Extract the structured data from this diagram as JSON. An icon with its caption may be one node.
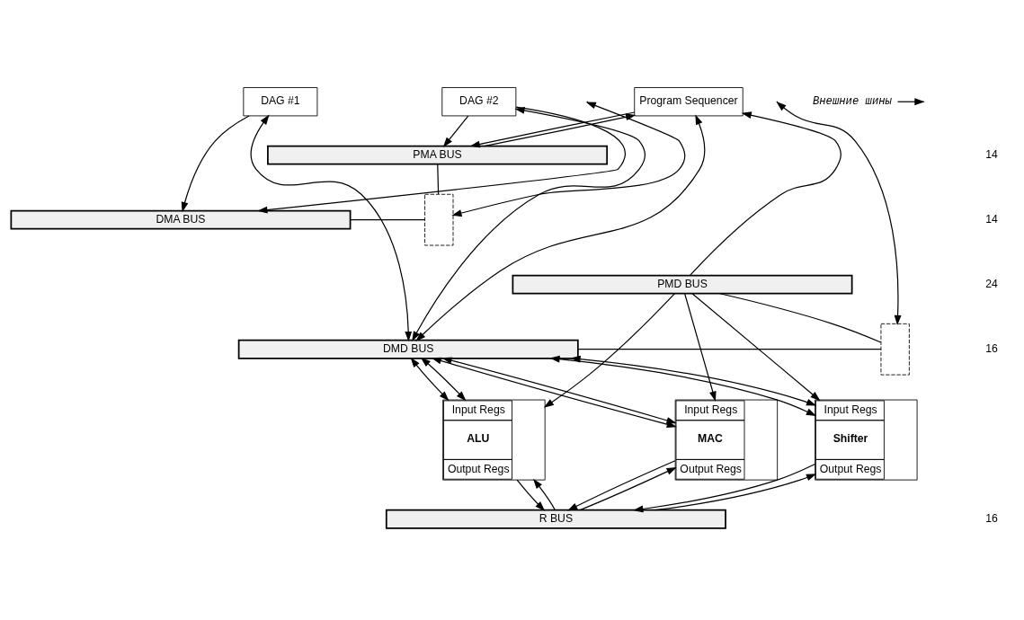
{
  "diagram": {
    "nodes": [
      {
        "text": [
          "DAG #1"
        ]
      },
      {
        "text": [
          "DAG #2"
        ]
      },
      {
        "text": [
          "Program Sequencer"
        ]
      },
      {
        "text": [
          "PMA BUS"
        ]
      },
      {
        "text": [
          "DMA BUS"
        ]
      },
      {
        "text": [
          "PMD BUS"
        ]
      },
      {
        "text": [
          "DMD BUS"
        ]
      },
      {
        "text": [
          "Input Regs",
          "ALU",
          "Output Regs"
        ]
      },
      {
        "text": [
          "Input Regs",
          "MAC",
          "Output Regs"
        ]
      },
      {
        "text": [
          "Input Regs",
          "Shifter",
          "Output Regs"
        ]
      },
      {
        "text": [
          "R BUS"
        ]
      },
      {
        "text": [
          "Внешние шины"
        ]
      },
      {
        "text": [],
        "shape": "trapezoid"
      },
      {
        "text": [],
        "shape": "trapezoid"
      }
    ],
    "edges": [
      {
        "from": 6,
        "to": 0,
        "arrow": "both"
      },
      {
        "from": 6,
        "to": 1,
        "arrow": "both"
      },
      {
        "from": 0,
        "to": 4,
        "arrow": "to"
      },
      {
        "from": 1,
        "to": 4,
        "arrow": "to"
      },
      {
        "from": 1,
        "to": 3,
        "arrow": "to"
      },
      {
        "from": 3,
        "to": 2,
        "arrow": "to"
      },
      {
        "from": 2,
        "to": 3,
        "arrow": "to"
      },
      {
        "from": 2,
        "to": 6,
        "arrow": "both"
      },
      {
        "from": 5,
        "to": 2,
        "arrow": "to"
      },
      {
        "from": 6,
        "to": 7,
        "arrow": "both"
      },
      {
        "from": 5,
        "to": 7,
        "arrow": "to"
      },
      {
        "from": 7,
        "to": 6,
        "arrow": "both"
      },
      {
        "from": 7,
        "to": 10,
        "arrow": "to"
      },
      {
        "from": 10,
        "to": 7,
        "arrow": "to"
      },
      {
        "from": 6,
        "to": 8,
        "arrow": "both"
      },
      {
        "from": 5,
        "to": 8,
        "arrow": "to"
      },
      {
        "from": 8,
        "to": 6,
        "arrow": "both"
      },
      {
        "from": 8,
        "to": 10,
        "arrow": "to"
      },
      {
        "from": 10,
        "to": 8,
        "arrow": "to"
      },
      {
        "from": 6,
        "to": 9,
        "arrow": "both"
      },
      {
        "from": 5,
        "to": 9,
        "arrow": "to"
      },
      {
        "from": 9,
        "to": 6,
        "arrow": "both"
      },
      {
        "from": 9,
        "to": 10,
        "arrow": "to"
      },
      {
        "from": 10,
        "to": 9,
        "arrow": "to"
      },
      {
        "from": 3,
        "to": 12,
        "arrow": "none"
      },
      {
        "from": 4,
        "to": 12,
        "arrow": "none"
      },
      {
        "from": 5,
        "to": 13,
        "arrow": "none"
      },
      {
        "from": 6,
        "to": 13,
        "arrow": "none"
      },
      {
        "from": 12,
        "to": null,
        "arrow": "both"
      },
      {
        "from": 13,
        "to": null,
        "arrow": "both"
      },
      {
        "from": 11,
        "to": null,
        "arrow": "to"
      }
    ],
    "labels": [
      "14",
      "14",
      "24",
      "16",
      "16"
    ]
  }
}
